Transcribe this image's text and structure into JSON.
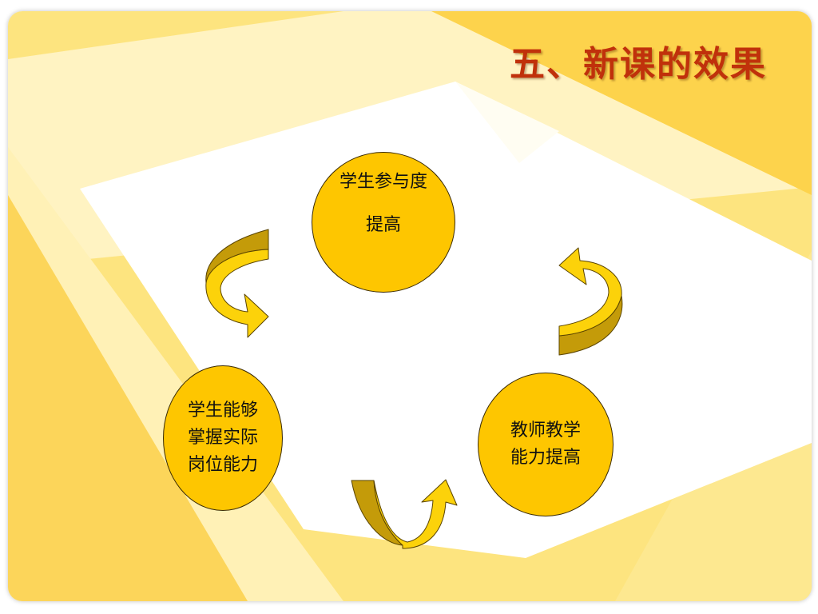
{
  "title": "五、新课的效果",
  "colors": {
    "title_text": "#c0310b",
    "node_fill": "#fec600",
    "arrow_fill": "#fcd20a",
    "arrow_dark": "#c49b09",
    "bg_yellow": "#fde37a",
    "bg_light": "#fff1b6",
    "bg_deep": "#fdd550"
  },
  "cycle": {
    "nodes": [
      {
        "id": "top",
        "lines": [
          "学生参与度",
          "提高"
        ]
      },
      {
        "id": "left",
        "lines": [
          "学生能够",
          "掌握实际",
          "岗位能力"
        ]
      },
      {
        "id": "right",
        "lines": [
          "教师教学",
          "能力提高"
        ]
      }
    ],
    "arrow_icons": [
      "curved-arrow-icon",
      "curved-arrow-icon",
      "curved-arrow-icon"
    ]
  }
}
